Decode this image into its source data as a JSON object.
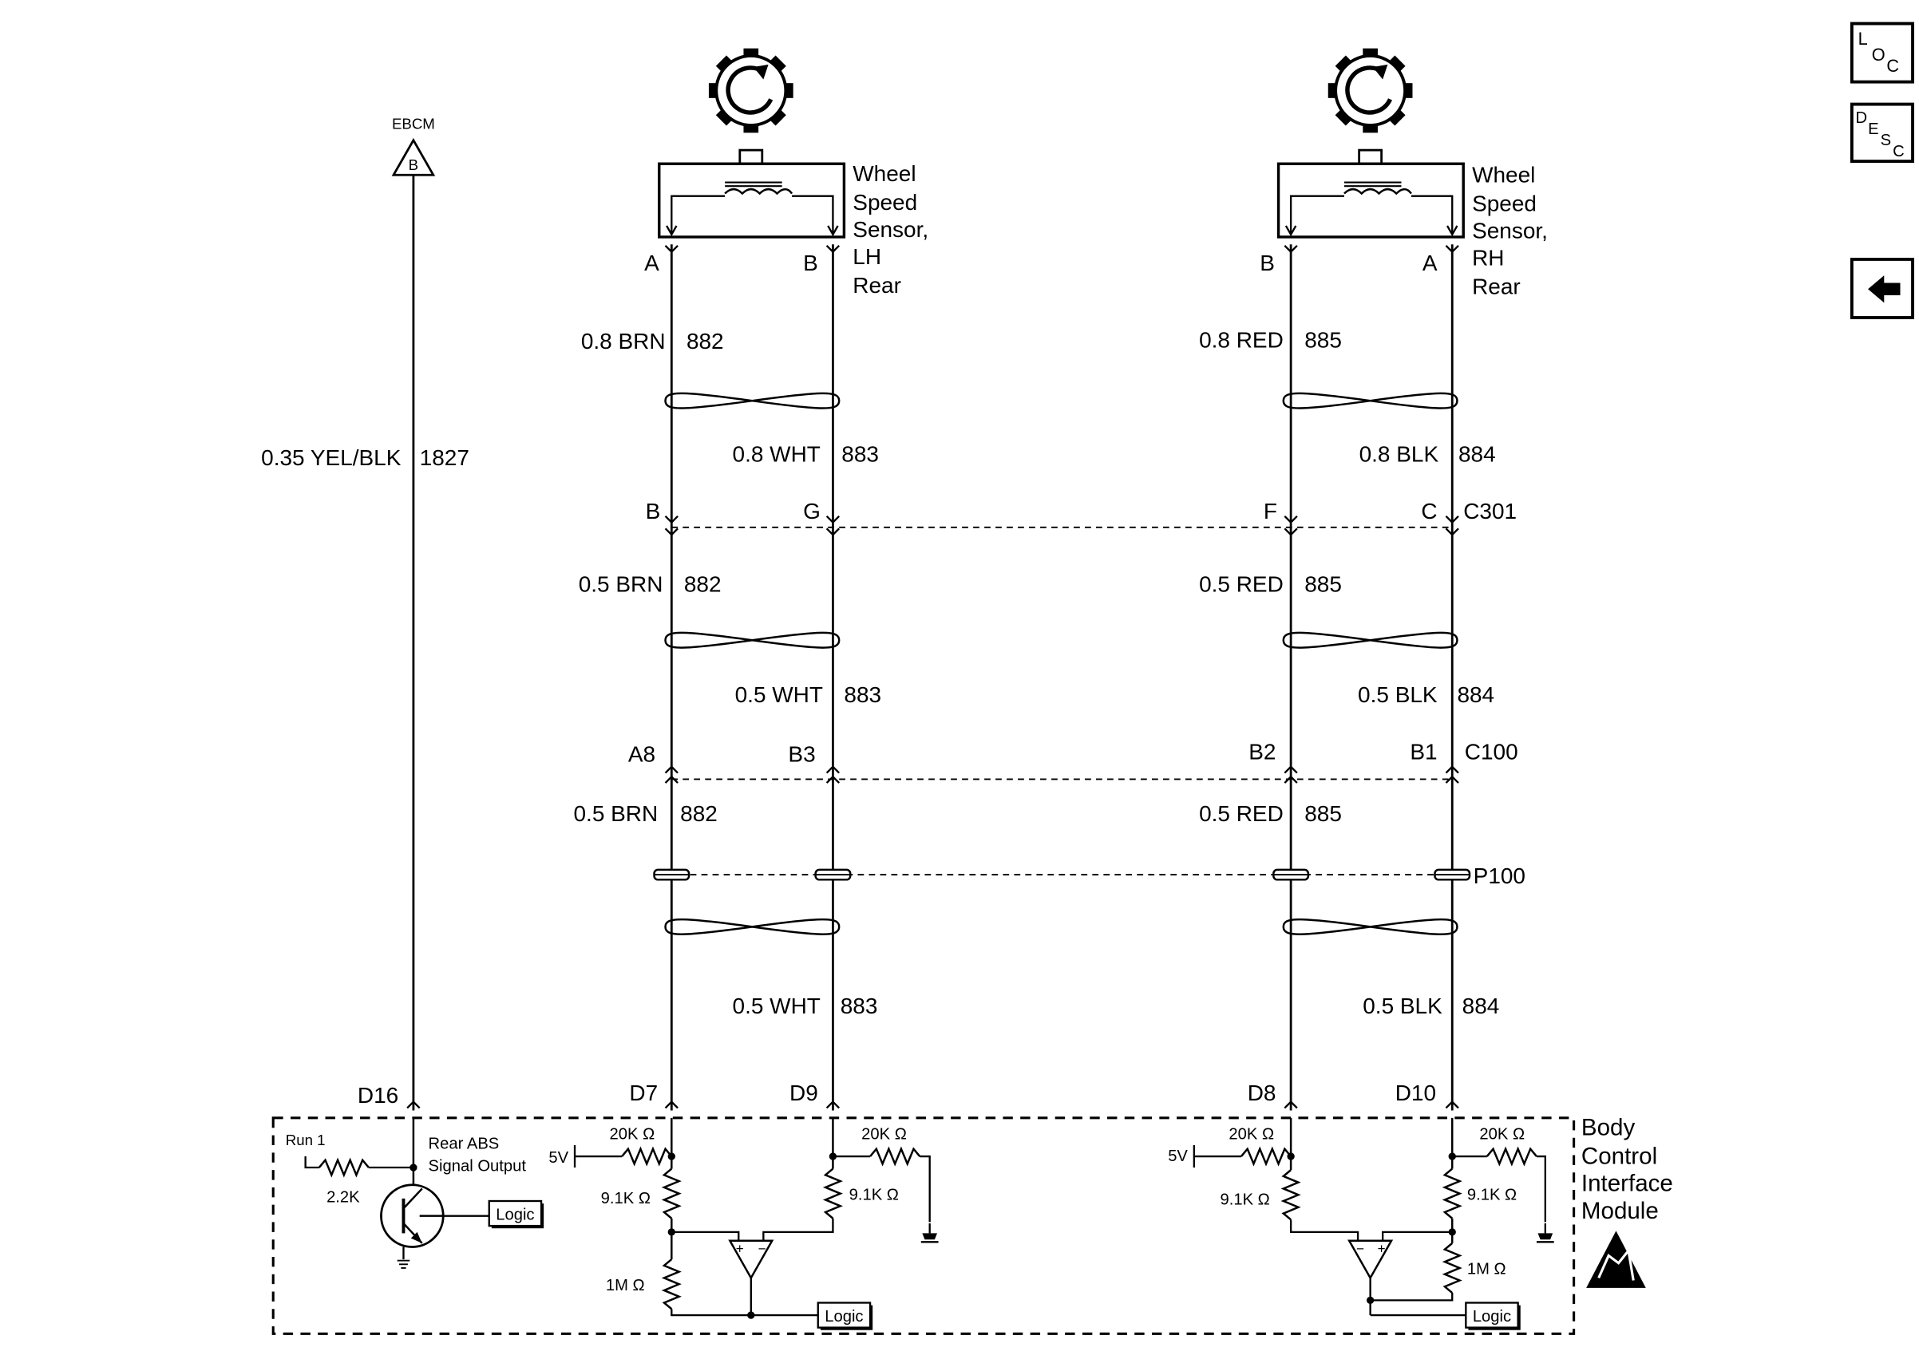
{
  "ebcm": {
    "label": "EBCM",
    "badge": "B"
  },
  "wire_1827": {
    "gauge_color": "0.35 YEL/BLK",
    "circuit": "1827"
  },
  "sensor_lh": {
    "line1": "Wheel",
    "line2": "Speed",
    "line3": "Sensor,",
    "line4": "LH",
    "line5": "Rear",
    "pin_a": "A",
    "pin_b": "B"
  },
  "sensor_rh": {
    "line1": "Wheel",
    "line2": "Speed",
    "line3": "Sensor,",
    "line4": "RH",
    "line5": "Rear",
    "pin_a": "A",
    "pin_b": "B"
  },
  "wires": {
    "brn_08": {
      "gauge_color": "0.8 BRN",
      "circuit": "882"
    },
    "wht_08": {
      "gauge_color": "0.8 WHT",
      "circuit": "883"
    },
    "red_08": {
      "gauge_color": "0.8 RED",
      "circuit": "885"
    },
    "blk_08": {
      "gauge_color": "0.8 BLK",
      "circuit": "884"
    },
    "brn_05a": {
      "gauge_color": "0.5 BRN",
      "circuit": "882"
    },
    "wht_05a": {
      "gauge_color": "0.5 WHT",
      "circuit": "883"
    },
    "red_05a": {
      "gauge_color": "0.5 RED",
      "circuit": "885"
    },
    "blk_05a": {
      "gauge_color": "0.5 BLK",
      "circuit": "884"
    },
    "brn_05b": {
      "gauge_color": "0.5 BRN",
      "circuit": "882"
    },
    "red_05b": {
      "gauge_color": "0.5 RED",
      "circuit": "885"
    },
    "wht_05b": {
      "gauge_color": "0.5 WHT",
      "circuit": "883"
    },
    "blk_05b": {
      "gauge_color": "0.5 BLK",
      "circuit": "884"
    }
  },
  "c301": {
    "name": "C301",
    "pins": [
      "B",
      "G",
      "F",
      "C"
    ]
  },
  "c100": {
    "name": "C100",
    "pins": [
      "A8",
      "B3",
      "B2",
      "B1"
    ]
  },
  "p100": {
    "name": "P100"
  },
  "bcim": {
    "line1": "Body",
    "line2": "Control",
    "line3": "Interface",
    "line4": "Module",
    "pins": [
      "D16",
      "D7",
      "D9",
      "D8",
      "D10"
    ],
    "run": "Run 1",
    "r_22k": "2.2K",
    "rear_abs_1": "Rear ABS",
    "rear_abs_2": "Signal Output",
    "logic": "Logic",
    "v5": "5V",
    "r_20k": "20K Ω",
    "r_91k": "9.1K Ω",
    "r_1m": "1M Ω"
  },
  "nav": {
    "loc": {
      "l": "L",
      "o": "O",
      "c": "C"
    },
    "desc": {
      "d": "D",
      "e": "E",
      "s": "S",
      "c": "C"
    },
    "back_icon": "left-arrow-icon"
  }
}
